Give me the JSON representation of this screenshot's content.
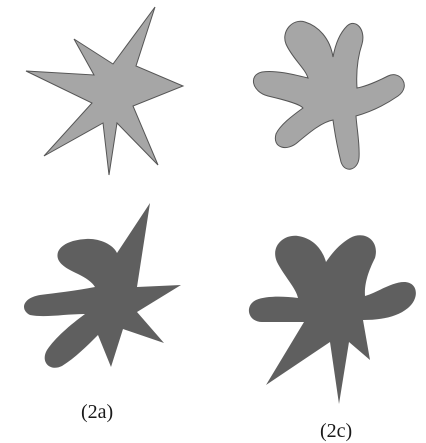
{
  "figure": {
    "shapes": [
      {
        "id": "shape-spiky-light",
        "style": "sharp-star",
        "fill": "#a6a6a6",
        "stroke": "#555555"
      },
      {
        "id": "shape-blobby-light",
        "style": "rounded-lobes",
        "fill": "#a6a6a6",
        "stroke": "#555555"
      },
      {
        "id": "shape-mixed-dark-a",
        "style": "mixed-sharp-and-rounded",
        "fill": "#5f5f5f",
        "stroke": "none"
      },
      {
        "id": "shape-mixed-dark-c",
        "style": "mixed-rounded-and-sharp",
        "fill": "#5f5f5f",
        "stroke": "none"
      }
    ],
    "labels": {
      "a": "(2a)",
      "c": "(2c)"
    }
  }
}
